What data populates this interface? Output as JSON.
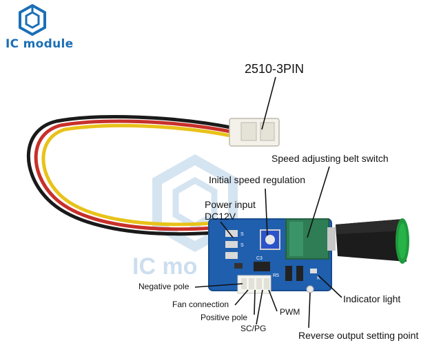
{
  "brand": {
    "name": "IC module",
    "watermark": "IC mo",
    "color": "#1b6fb6"
  },
  "labels": {
    "connector": "2510-3PIN",
    "belt_switch": "Speed adjusting belt switch",
    "initial_speed": "Initial speed regulation",
    "power_input_line1": "Power input",
    "power_input_line2": "DC12V",
    "negative_pole": "Negative pole",
    "fan_connection": "Fan connection",
    "positive_pole": "Positive pole",
    "sc_pg": "SC/PG",
    "pwm": "PWM",
    "indicator": "Indicator light",
    "reverse_output": "Reverse output setting point"
  },
  "board_marks": {
    "s1": "S",
    "s2": "S",
    "cap": "C3",
    "r": "R5",
    "k": "K"
  },
  "colors": {
    "board": "#1f5fae",
    "wire_black": "#1a1a1a",
    "wire_red": "#c8302a",
    "wire_yellow": "#e8c21a",
    "knob_green": "#1f9a3c",
    "pot_green": "#2f7d55"
  }
}
